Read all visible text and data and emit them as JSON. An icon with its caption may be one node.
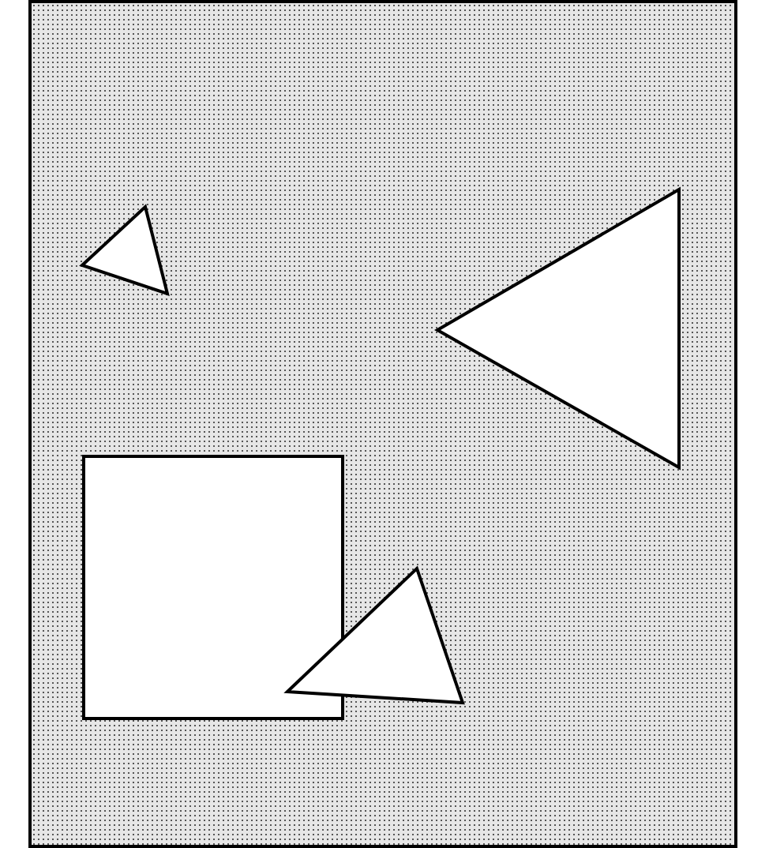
{
  "diagram": {
    "nodes": [
      {
        "text": [],
        "shape": "triangle"
      },
      {
        "text": [],
        "shape": "triangle"
      },
      {
        "text": [],
        "shape": "box"
      },
      {
        "text": [],
        "shape": "triangle"
      }
    ]
  }
}
